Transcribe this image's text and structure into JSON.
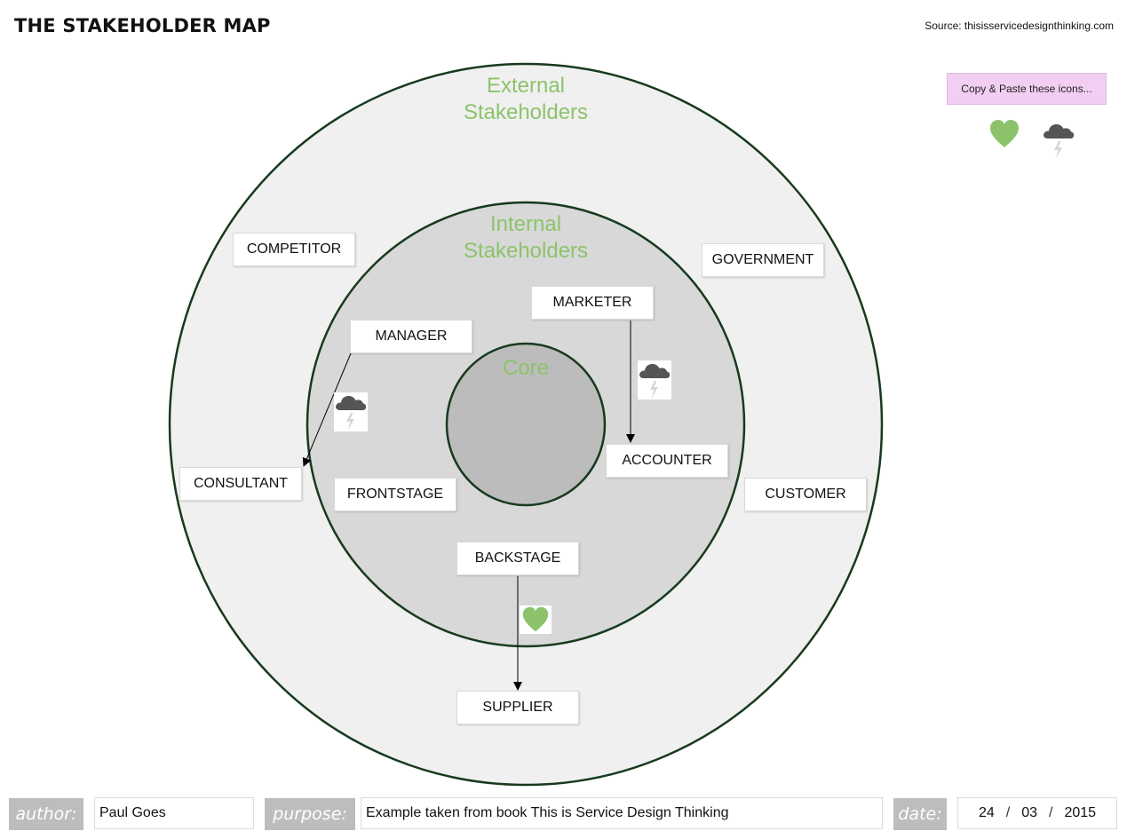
{
  "header": {
    "title": "THE STAKEHOLDER MAP",
    "source": "Source: thisisservicedesignthinking.com"
  },
  "palette": {
    "copy_label": "Copy & Paste these icons...",
    "icons": [
      "heart-icon",
      "storm-cloud-icon"
    ]
  },
  "rings": {
    "external": [
      "External",
      "Stakeholders"
    ],
    "internal": [
      "Internal",
      "Stakeholders"
    ],
    "core": "Core"
  },
  "stakeholders": {
    "competitor": "COMPETITOR",
    "government": "GOVERNMENT",
    "marketer": "MARKETER",
    "manager": "MANAGER",
    "accounter": "ACCOUNTER",
    "consultant": "CONSULTANT",
    "frontstage": "FRONTSTAGE",
    "customer": "CUSTOMER",
    "backstage": "BACKSTAGE",
    "supplier": "SUPPLIER"
  },
  "relations": [
    {
      "from": "MANAGER",
      "to": "CONSULTANT",
      "icon": "storm-cloud-icon"
    },
    {
      "from": "MARKETER",
      "to": "ACCOUNTER",
      "icon": "storm-cloud-icon"
    },
    {
      "from": "BACKSTAGE",
      "to": "SUPPLIER",
      "icon": "heart-icon"
    }
  ],
  "colors": {
    "ring_label": "#8cc36a",
    "ring_stroke": "#173a1e",
    "outer_fill": "#f0f0f0",
    "inner_fill": "#d8d8d8",
    "core_fill": "#bcbcbc",
    "heart": "#8cc36a",
    "cloud": "#555555"
  },
  "footer": {
    "author_label": "author:",
    "author_value": "Paul Goes",
    "purpose_label": "purpose:",
    "purpose_value": "Example taken from book This is Service Design Thinking",
    "date_label": "date:",
    "date_day": "24",
    "date_month": "03",
    "date_year": "2015",
    "date_sep": "/"
  }
}
